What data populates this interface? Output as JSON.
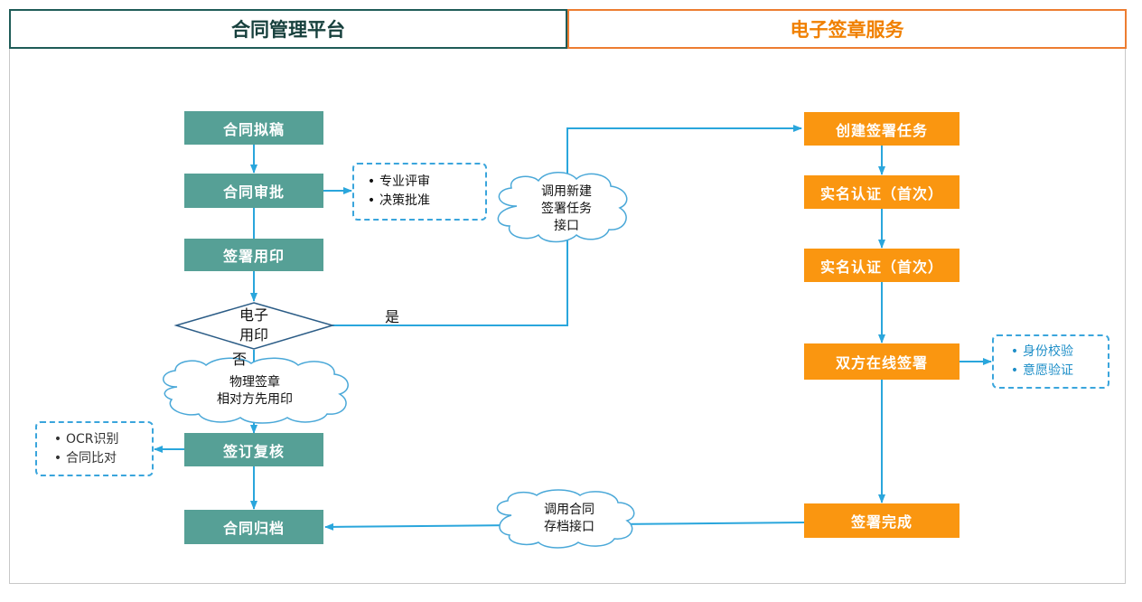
{
  "header": {
    "left_title": "合同管理平台",
    "right_title": "电子签章服务"
  },
  "platform_steps": {
    "draft": "合同拟稿",
    "approve": "合同审批",
    "seal": "签署用印",
    "review": "签订复核",
    "archive": "合同归档"
  },
  "decision": {
    "line1": "电子",
    "line2": "用印",
    "yes_label": "是",
    "no_label": "否"
  },
  "approval_notes": [
    "专业评审",
    "决策批准"
  ],
  "review_notes": [
    "OCR识别",
    "合同比对"
  ],
  "signing_notes": [
    "身份校验",
    "意愿验证"
  ],
  "bullet": "•",
  "clouds": {
    "create_api": [
      "调用新建",
      "签署任务",
      "接口"
    ],
    "physical": [
      "物理签章",
      "相对方先用印"
    ],
    "archive_api": [
      "调用合同",
      "存档接口"
    ]
  },
  "esign_steps": {
    "create": "创建签署任务",
    "auth1": "实名认证（首次）",
    "auth2": "实名认证（首次）",
    "online": "双方在线签署",
    "done": "签署完成"
  },
  "colors": {
    "teal": "#56a096",
    "orange": "#fa9610",
    "arrow": "#2aa6dc",
    "left_border": "#1f5c58",
    "right_border": "#ed7d31"
  }
}
